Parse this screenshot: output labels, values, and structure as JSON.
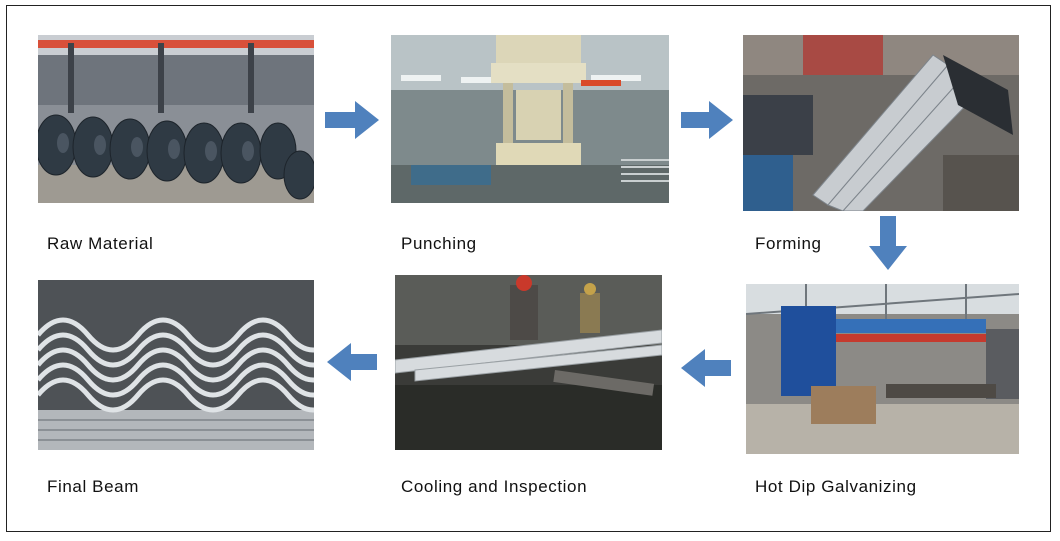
{
  "steps": [
    {
      "label": "Raw Material",
      "image": "steel-coils-photo"
    },
    {
      "label": "Punching",
      "image": "hydraulic-press-photo"
    },
    {
      "label": "Forming",
      "image": "roll-forming-photo"
    },
    {
      "label": "Hot Dip Galvanizing",
      "image": "galvanizing-plant-photo"
    },
    {
      "label": "Cooling and Inspection",
      "image": "cooling-tank-photo"
    },
    {
      "label": "Final Beam",
      "image": "finished-beams-photo"
    }
  ],
  "colors": {
    "arrow": "#4f81bd",
    "border": "#222222"
  }
}
